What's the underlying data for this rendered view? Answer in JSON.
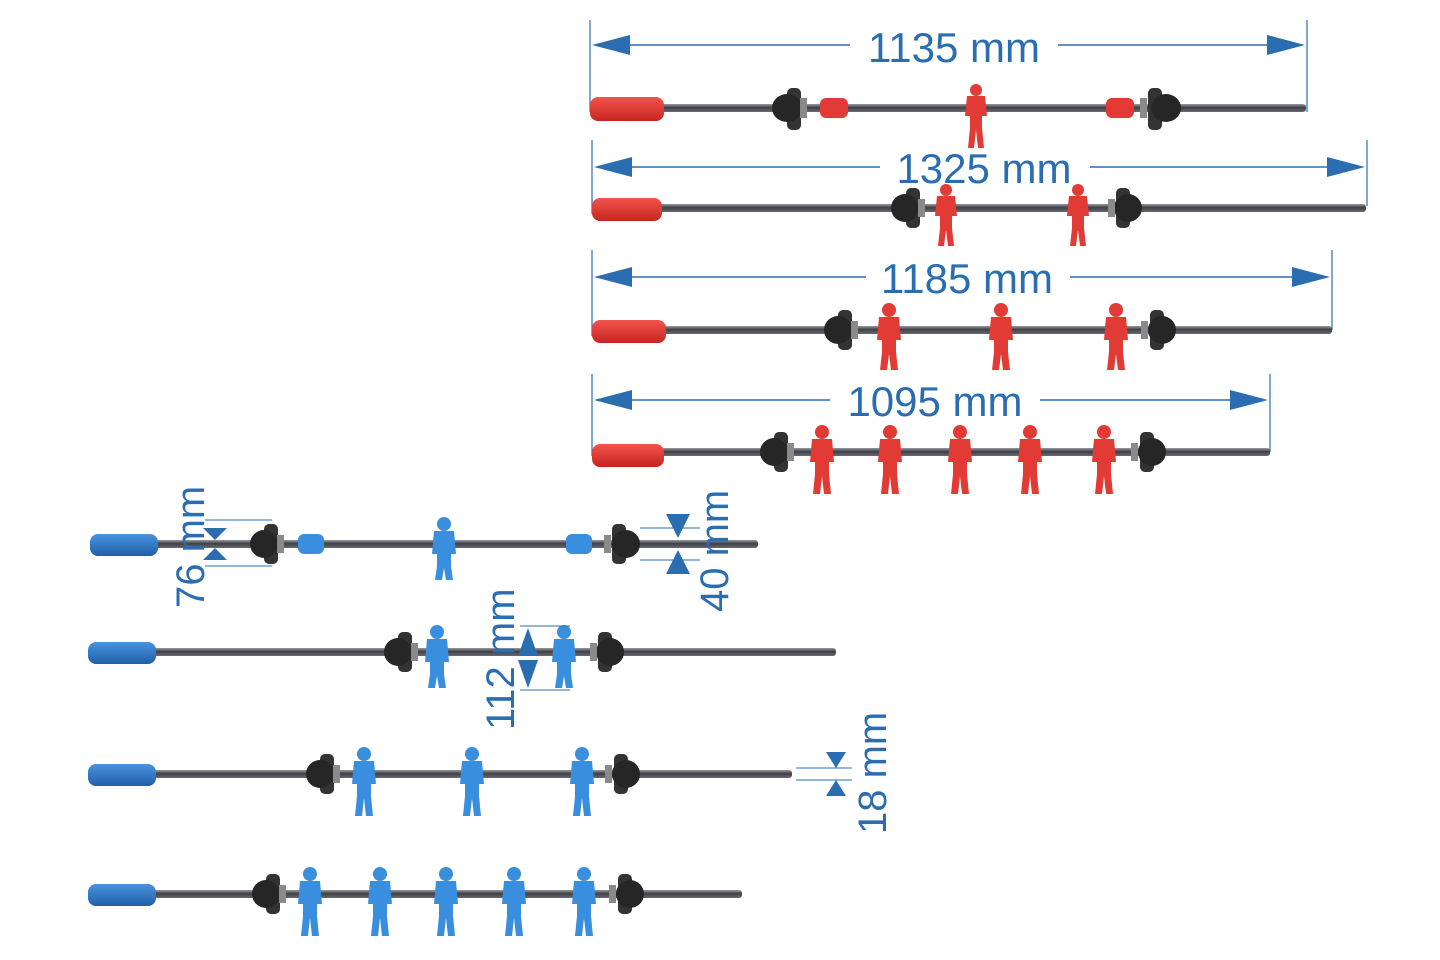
{
  "colors": {
    "accent": "#2a6db0",
    "red_handle": "#e0302b",
    "red_figure": "#e23a34",
    "blue_handle": "#2f79c8",
    "blue_figure": "#3a8ede",
    "bumper": "#2b2b2b",
    "rod": "#5f5f66"
  },
  "red_rods": [
    {
      "length_label": "1135 mm",
      "figure_count": 1
    },
    {
      "length_label": "1325 mm",
      "figure_count": 2
    },
    {
      "length_label": "1185 mm",
      "figure_count": 3
    },
    {
      "length_label": "1095 mm",
      "figure_count": 5
    }
  ],
  "blue_rods": [
    {
      "figure_count": 1
    },
    {
      "figure_count": 2
    },
    {
      "figure_count": 3
    },
    {
      "figure_count": 5
    }
  ],
  "dimensions": {
    "bumper_spacing": "76 mm",
    "bumper_diameter": "40 mm",
    "figure_spacing": "112 mm",
    "rod_diameter": "18 mm"
  }
}
